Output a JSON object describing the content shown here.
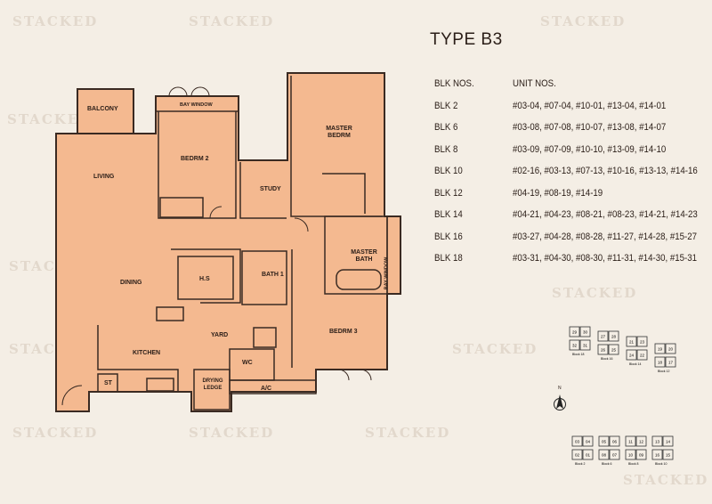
{
  "watermark": "STACKED",
  "title": "TYPE B3",
  "table": {
    "headers": {
      "blk": "BLK NOS.",
      "units": "UNIT NOS."
    },
    "rows": [
      {
        "blk": "BLK 2",
        "units": "#03-04, #07-04, #10-01, #13-04, #14-01"
      },
      {
        "blk": "BLK 6",
        "units": "#03-08, #07-08, #10-07, #13-08, #14-07"
      },
      {
        "blk": "BLK 8",
        "units": "#03-09, #07-09, #10-10,  #13-09, #14-10"
      },
      {
        "blk": "BLK 10",
        "units": "#02-16, #03-13, #07-13, #10-16, #13-13, #14-16"
      },
      {
        "blk": "BLK 12",
        "units": "#04-19, #08-19, #14-19"
      },
      {
        "blk": "BLK 14",
        "units": "#04-21, #04-23, #08-21, #08-23, #14-21, #14-23"
      },
      {
        "blk": "BLK 16",
        "units": "#03-27, #04-28, #08-28, #11-27, #14-28, #15-27"
      },
      {
        "blk": "BLK 18",
        "units": "#03-31, #04-30, #08-30, #11-31, #14-30, #15-31"
      }
    ]
  },
  "rooms": {
    "balcony": "BALCONY",
    "bay_window": "BAY WINDOW",
    "bedrm2": "BEDRM 2",
    "living": "LIVING",
    "study": "STUDY",
    "master": "MASTER BEDRM",
    "master_bath": "MASTER BATH",
    "bay_window_2": "BAY WINDOW",
    "dining": "DINING",
    "hs": "H.S",
    "bath1": "BATH 1",
    "yard": "YARD",
    "kitchen": "KITCHEN",
    "wc": "WC",
    "bedrm3": "BEDRM 3",
    "st": "ST",
    "drying": "DRYING LEDGE",
    "ac": "A/C"
  },
  "site": {
    "blocks": [
      {
        "name": "Block 18",
        "units": [
          "29",
          "30",
          "32",
          "31"
        ]
      },
      {
        "name": "Block 16",
        "units": [
          "27",
          "28",
          "26",
          "25"
        ]
      },
      {
        "name": "Block 14",
        "units": [
          "21",
          "23",
          "24",
          "22"
        ]
      },
      {
        "name": "Block 12",
        "units": [
          "19",
          "20",
          "18",
          "17"
        ]
      },
      {
        "name": "Block 2",
        "units": [
          "03",
          "04",
          "02",
          "01"
        ]
      },
      {
        "name": "Block 6",
        "units": [
          "05",
          "06",
          "08",
          "07"
        ]
      },
      {
        "name": "Block 8",
        "units": [
          "11",
          "12",
          "10",
          "09"
        ]
      },
      {
        "name": "Block 10",
        "units": [
          "13",
          "14",
          "16",
          "15"
        ]
      }
    ],
    "north": "N"
  },
  "colors": {
    "background": "#f4eee5",
    "floor": "#f4b990",
    "wall": "#3a2a22"
  }
}
